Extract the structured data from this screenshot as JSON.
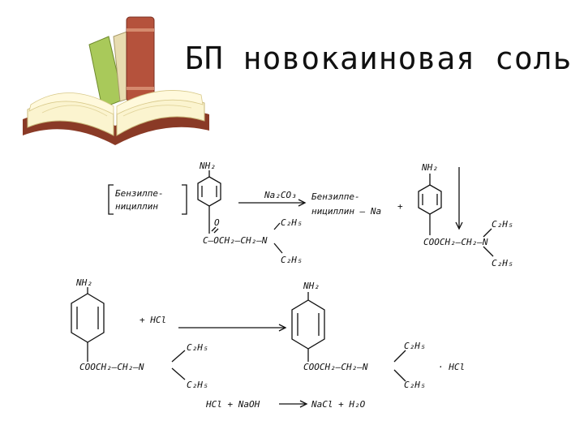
{
  "slide": {
    "title": "БП новокаиновая соль"
  },
  "scheme": {
    "reaction1": {
      "salt_label_line1": "Бензилпе-",
      "salt_label_line2": "нициллин",
      "reagent": "Na₂CO₃",
      "product_line1": "Бензилпе-",
      "product_line2": "нициллин – Na",
      "plus": "+",
      "amino_group": "NH₂",
      "carbonyl_o": "O",
      "ester_chain": "C—OCH₂—CH₂—N",
      "ethyl_top": "C₂H₅",
      "ethyl_bottom": "C₂H₅",
      "base_amino_group": "NH₂",
      "base_ester_chain": "COOCH₂—CH₂—N",
      "base_ethyl_top": "C₂H₅",
      "base_ethyl_bottom": "C₂H₅"
    },
    "reaction2": {
      "amino_group": "NH₂",
      "reagent": "+ HCl",
      "ester_chain": "COOCH₂—CH₂—N",
      "ethyl_top": "C₂H₅",
      "ethyl_bottom": "C₂H₅",
      "product_amino_group": "NH₂",
      "product_ester_chain": "COOCH₂—CH₂—N",
      "product_ethyl_top": "C₂H₅",
      "product_ethyl_bottom": "C₂H₅",
      "hcl_salt": "· HCl"
    },
    "neutralization": {
      "left": "HCl + NaOH",
      "right": "NaCl + H₂O"
    }
  }
}
